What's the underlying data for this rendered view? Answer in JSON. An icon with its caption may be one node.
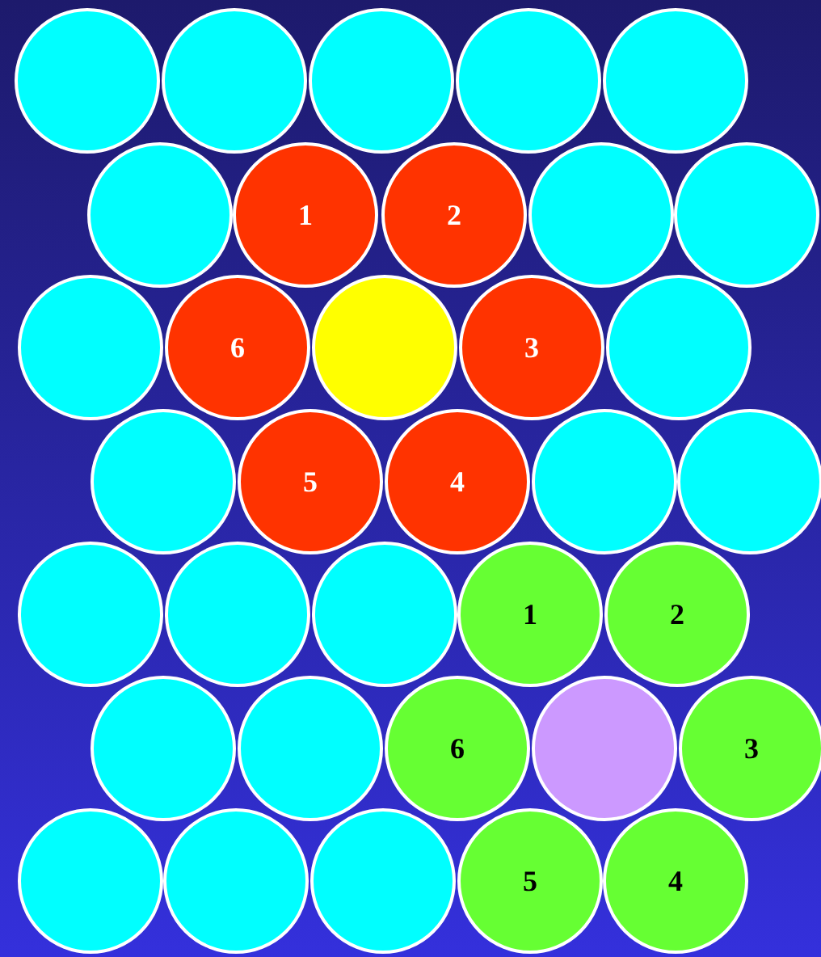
{
  "diagram": {
    "nodes": [
      {
        "text": [],
        "shape": "circle"
      },
      {
        "text": [],
        "shape": "circle"
      },
      {
        "text": [],
        "shape": "circle"
      },
      {
        "text": [],
        "shape": "circle"
      },
      {
        "text": [],
        "shape": "circle"
      },
      {
        "text": [],
        "shape": "circle"
      },
      {
        "text": [
          "1"
        ]
      },
      {
        "text": [
          "2"
        ]
      },
      {
        "text": [],
        "shape": "circle"
      },
      {
        "text": [],
        "shape": "circle"
      },
      {
        "text": [],
        "shape": "circle"
      },
      {
        "text": [
          "6"
        ]
      },
      {
        "text": [],
        "shape": "circle"
      },
      {
        "text": [
          "3"
        ]
      },
      {
        "text": [],
        "shape": "circle"
      },
      {
        "text": [],
        "shape": "circle"
      },
      {
        "text": [
          "5"
        ]
      },
      {
        "text": [
          "4"
        ]
      },
      {
        "text": [],
        "shape": "circle"
      },
      {
        "text": [],
        "shape": "circle"
      },
      {
        "text": [],
        "shape": "circle"
      },
      {
        "text": [],
        "shape": "circle"
      },
      {
        "text": [],
        "shape": "circle"
      },
      {
        "text": [
          "1"
        ]
      },
      {
        "text": [
          "2"
        ]
      },
      {
        "text": [],
        "shape": "circle"
      },
      {
        "text": [],
        "shape": "circle"
      },
      {
        "text": [
          "6"
        ]
      },
      {
        "text": [],
        "shape": "circle"
      },
      {
        "text": [
          "3"
        ]
      },
      {
        "text": [],
        "shape": "circle"
      },
      {
        "text": [],
        "shape": "circle"
      },
      {
        "text": [],
        "shape": "circle"
      },
      {
        "text": [
          "5"
        ]
      },
      {
        "text": [
          "4"
        ]
      }
    ]
  }
}
